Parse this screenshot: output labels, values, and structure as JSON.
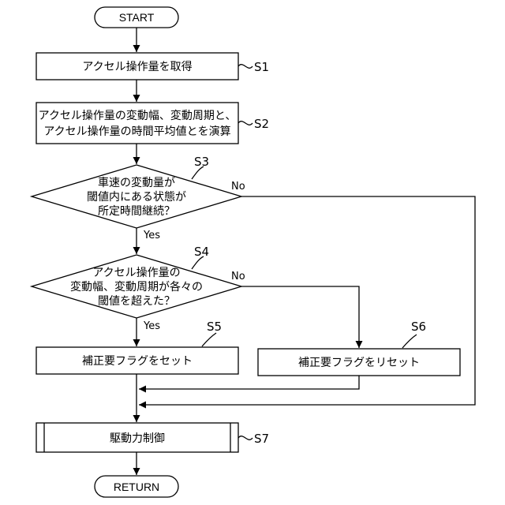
{
  "start": "START",
  "end": "RETURN",
  "s1": {
    "id": "S1",
    "text": "アクセル操作量を取得"
  },
  "s2": {
    "id": "S2",
    "lines": [
      "アクセル操作量の変動幅、変動周期と、",
      "アクセル操作量の時間平均値とを演算"
    ]
  },
  "s3": {
    "id": "S3",
    "lines": [
      "車速の変動量が",
      "閾値内にある状態が",
      "所定時間継続？"
    ],
    "yes": "Yes",
    "no": "No"
  },
  "s4": {
    "id": "S4",
    "lines": [
      "アクセル操作量の",
      "変動幅、変動周期が各々の",
      "閾値を超えた？"
    ],
    "yes": "Yes",
    "no": "No"
  },
  "s5": {
    "id": "S5",
    "text": "補正要フラグをセット"
  },
  "s6": {
    "id": "S6",
    "text": "補正要フラグをリセット"
  },
  "s7": {
    "id": "S7",
    "text": "駆動力制御"
  }
}
